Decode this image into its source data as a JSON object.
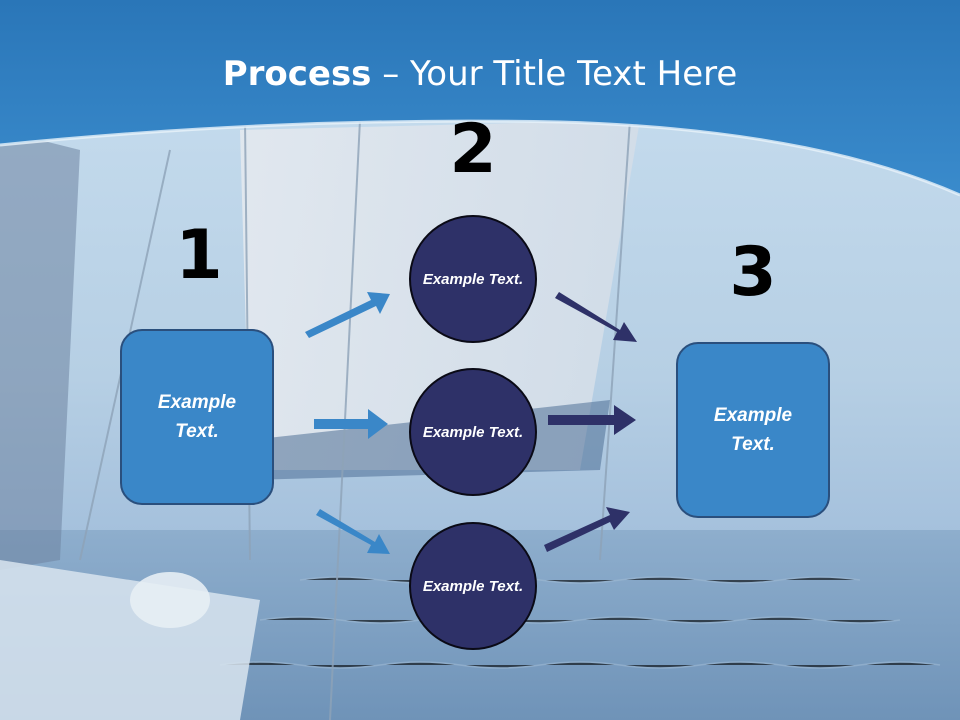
{
  "title": {
    "bold": "Process",
    "rest": " – Your Title Text Here"
  },
  "steps": {
    "one": {
      "number": "1",
      "text": "Example Text."
    },
    "two": {
      "number": "2"
    },
    "three": {
      "number": "3",
      "text": "Example Text."
    }
  },
  "circles": [
    {
      "text": "Example Text."
    },
    {
      "text": "Example Text."
    },
    {
      "text": "Example Text."
    }
  ],
  "colors": {
    "header": "#2f7fc1",
    "box_fill": "#3a87c8",
    "circle_fill": "#2e3168",
    "arrow_light": "#3a87c8",
    "arrow_dark": "#2e3168"
  }
}
